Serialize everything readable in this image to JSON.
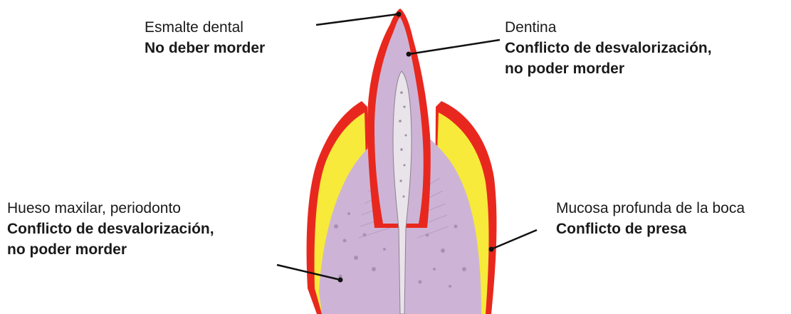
{
  "labels": {
    "enamel": {
      "name": "Esmalte dental",
      "conflict_lines": [
        "No deber morder"
      ]
    },
    "dentin": {
      "name": "Dentina",
      "conflict_lines": [
        "Conflicto de desvalorización,",
        "no poder morder"
      ]
    },
    "bone": {
      "name": "Hueso maxilar, periodonto",
      "conflict_lines": [
        "Conflicto de desvalorización,",
        "no poder morder"
      ]
    },
    "mucosa": {
      "name": "Mucosa profunda de la boca",
      "conflict_lines": [
        "Conflicto de presa"
      ]
    }
  },
  "colors": {
    "enamel": "#e8281e",
    "mucosa": "#f7ea3a",
    "tissue": "#cdb4d6",
    "pulp": "#e9e3ea",
    "line": "#111111"
  }
}
